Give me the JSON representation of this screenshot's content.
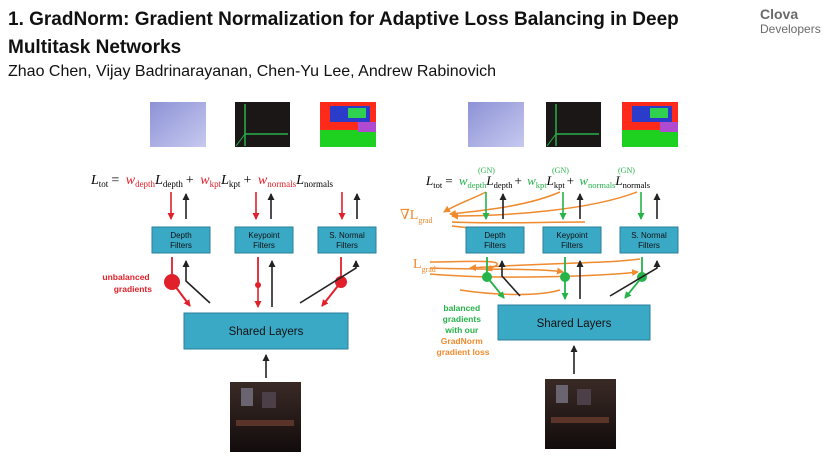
{
  "slide": {
    "title": "1. GradNorm: Gradient Normalization for Adaptive Loss Balancing in Deep Multitask Networks",
    "authors": "Zhao Chen, Vijay Badrinarayanan, Chen-Yu Lee, Andrew Rabinovich",
    "logo": {
      "line1": "Clova",
      "line2": "Developers"
    }
  },
  "figure": {
    "colors": {
      "red": "#e0202a",
      "green": "#25b34a",
      "orange": "#ef8a2e",
      "teal": "#3aa9c6",
      "teal_border": "#2b7f99"
    },
    "left": {
      "loss": {
        "lhs": "L",
        "lhs_sub": "tot",
        "eq": "=",
        "w1": "w",
        "w1_sub": "depth",
        "t1": "L",
        "t1_sub": "depth",
        "plus1": "+",
        "w2": "w",
        "w2_sub": "kpt",
        "t2": "L",
        "t2_sub": "kpt",
        "plus2": "+",
        "w3": "w",
        "w3_sub": "normals",
        "t3": "L",
        "t3_sub": "normals"
      },
      "filters": [
        {
          "line1": "Depth",
          "line2": "Filters"
        },
        {
          "line1": "Keypoint",
          "line2": "Filters"
        },
        {
          "line1": "S. Normal",
          "line2": "Filters"
        }
      ],
      "shared_label": "Shared Layers",
      "note_line1": "unbalanced",
      "note_line2": "gradients"
    },
    "right": {
      "loss": {
        "lhs": "L",
        "lhs_sub": "tot",
        "eq": "=",
        "w1": "w",
        "w1_sub": "depth",
        "w1_sup": "(GN)",
        "t1": "L",
        "t1_sub": "depth",
        "plus1": "+",
        "w2": "w",
        "w2_sub": "kpt",
        "w2_sup": "(GN)",
        "t2": "L",
        "t2_sub": "kpt",
        "plus2": "+",
        "w3": "w",
        "w3_sub": "normals",
        "w3_sup": "(GN)",
        "t3": "L",
        "t3_sub": "normals"
      },
      "grad_nabla": "∇L",
      "grad_nabla_sub": "grad",
      "grad_l": "L",
      "grad_l_sub": "grad",
      "filters": [
        {
          "line1": "Depth",
          "line2": "Filters"
        },
        {
          "line1": "Keypoint",
          "line2": "Filters"
        },
        {
          "line1": "S. Normal",
          "line2": "Filters"
        }
      ],
      "shared_label": "Shared Layers",
      "note_green": [
        "balanced",
        "gradients",
        "with our"
      ],
      "note_orange": [
        "GradNorm",
        "gradient loss"
      ]
    }
  }
}
